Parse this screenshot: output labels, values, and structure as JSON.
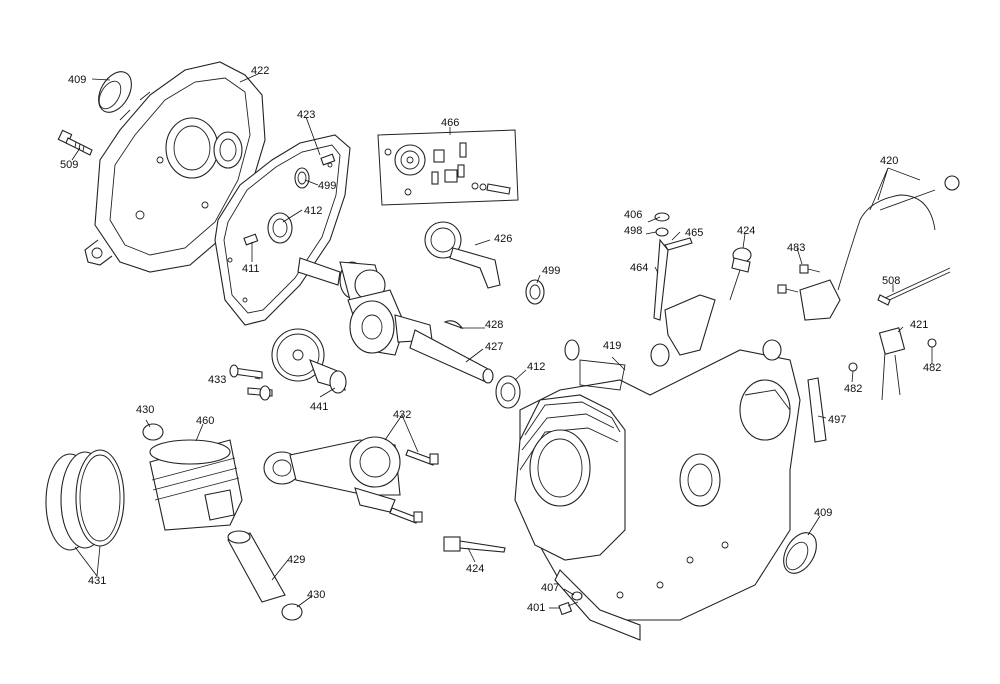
{
  "callouts": {
    "c409a": "409",
    "c422": "422",
    "c509": "509",
    "c423": "423",
    "c499a": "499",
    "c412a": "412",
    "c411": "411",
    "c466": "466",
    "c426": "426",
    "c499b": "499",
    "c428": "428",
    "c427": "427",
    "c412b": "412",
    "c433": "433",
    "c441": "441",
    "c406": "406",
    "c498": "498",
    "c465": "465",
    "c424a": "424",
    "c464": "464",
    "c483": "483",
    "c420": "420",
    "c508": "508",
    "c419": "419",
    "c421": "421",
    "c482a": "482",
    "c482b": "482",
    "c497": "497",
    "c430a": "430",
    "c460": "460",
    "c432": "432",
    "c431": "431",
    "c429": "429",
    "c430b": "430",
    "c424b": "424",
    "c407": "407",
    "c401": "401",
    "c409b": "409"
  }
}
